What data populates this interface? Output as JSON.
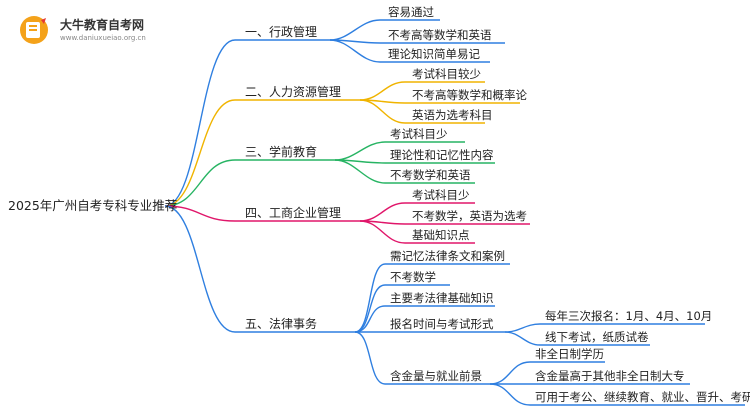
{
  "logo": {
    "title": "大牛教育自考网",
    "url": "www.daniuxueiao.org.cn"
  },
  "root": "2025年广州自考专科专业推荐",
  "branches": [
    {
      "label": "一、行政管理",
      "color": "#2f7fe0",
      "items": [
        "容易通过",
        "不考高等数学和英语",
        "理论知识简单易记"
      ]
    },
    {
      "label": "二、人力资源管理",
      "color": "#f0b400",
      "items": [
        "考试科目较少",
        "不考高等数学和概率论",
        "英语为选考科目"
      ]
    },
    {
      "label": "三、学前教育",
      "color": "#27b463",
      "items": [
        "考试科目少",
        "理论性和记忆性内容",
        "不考数学和英语"
      ]
    },
    {
      "label": "四、工商企业管理",
      "color": "#e0166a",
      "items": [
        "考试科目少",
        "不考数学，英语为选考",
        "基础知识点"
      ]
    },
    {
      "label": "五、法律事务",
      "color": "#2f7fe0",
      "items": [
        "需记忆法律条文和案例",
        "不考数学",
        "主要考法律基础知识",
        "报名时间与考试形式",
        "含金量与就业前景"
      ],
      "sub": {
        "exam": [
          "每年三次报名：1月、4月、10月",
          "线下考试，纸质试卷"
        ],
        "value": [
          "非全日制学历",
          "含金量高于其他非全日制大专",
          "可用于考公、继续教育、就业、晋升、考研"
        ]
      }
    }
  ]
}
